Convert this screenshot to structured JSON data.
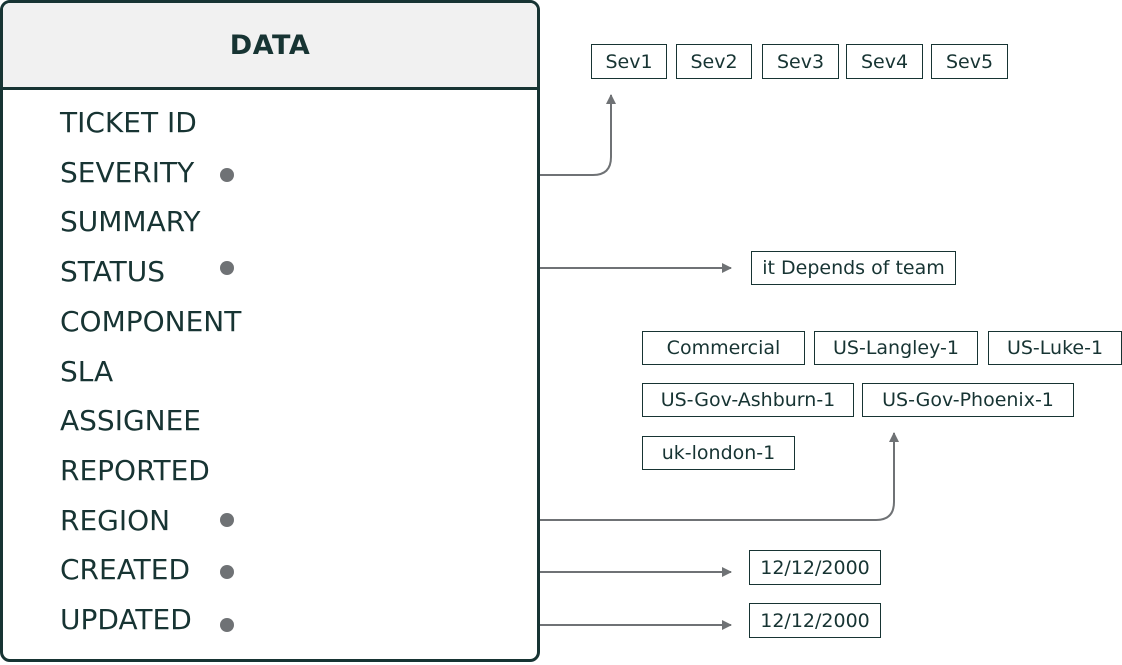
{
  "table": {
    "title": "DATA",
    "fields": [
      "TICKET ID",
      "SEVERITY",
      "SUMMARY",
      "STATUS",
      "COMPONENT",
      "SLA",
      "ASSIGNEE",
      "REPORTED",
      "REGION",
      "CREATED",
      "UPDATED"
    ]
  },
  "severity_values": [
    "Sev1",
    "Sev2",
    "Sev3",
    "Sev4",
    "Sev5"
  ],
  "status_value": "it Depends of team",
  "region_values": [
    "Commercial",
    "US-Langley-1",
    "US-Luke-1",
    "US-Gov-Ashburn-1",
    "US-Gov-Phoenix-1",
    "uk-london-1"
  ],
  "created_value": "12/12/2000",
  "updated_value": "12/12/2000",
  "colors": {
    "border": "#173433",
    "header_bg": "#f1f1f1",
    "connector": "#6f7275"
  }
}
